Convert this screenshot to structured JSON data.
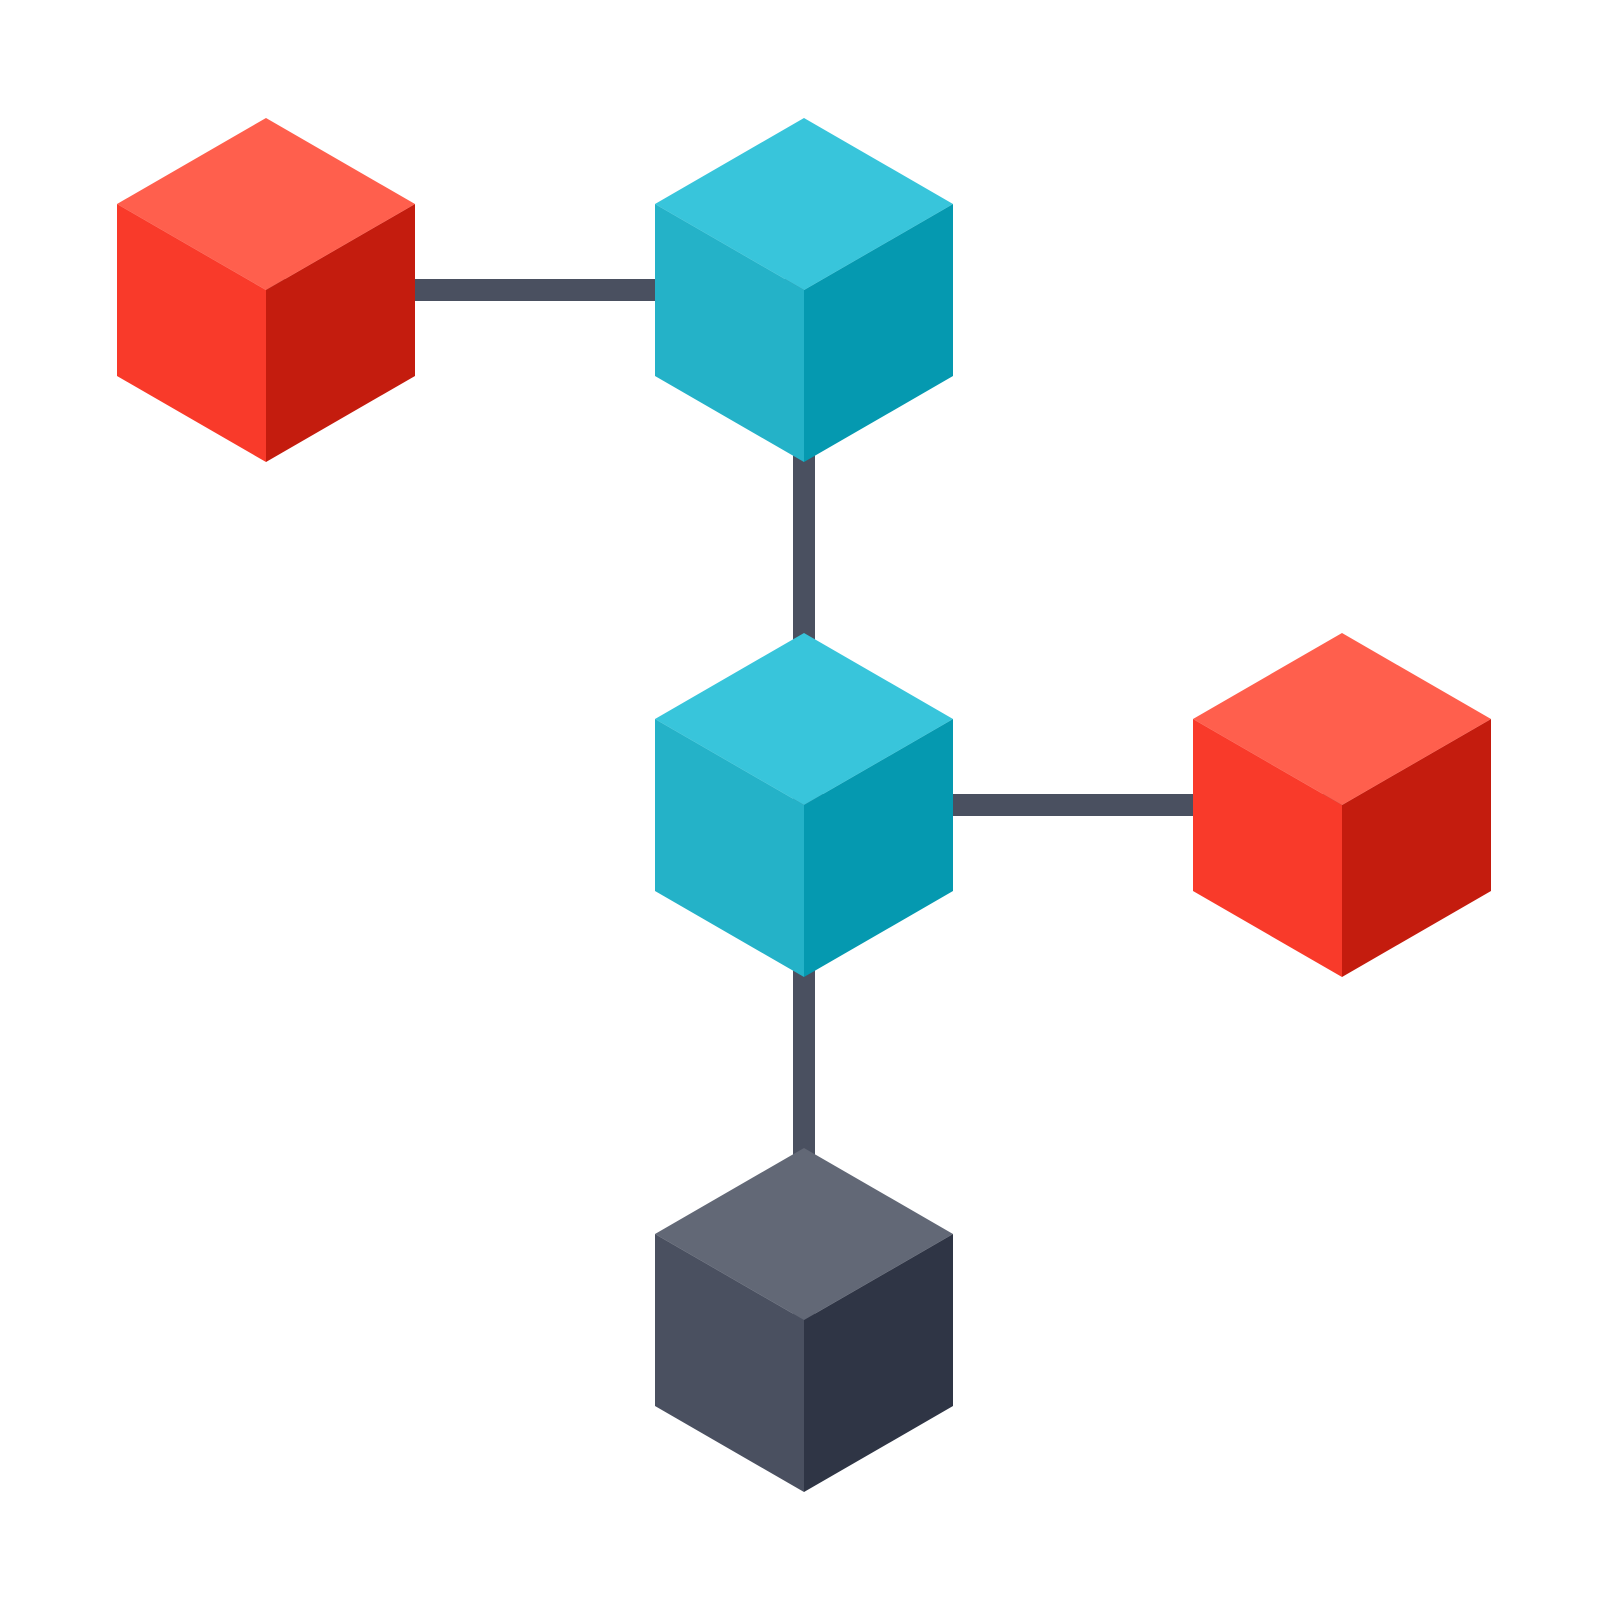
{
  "diagram": {
    "type": "blockchain-network-icon",
    "background": "#ffffff",
    "connector_color": "#4a5060",
    "palettes": {
      "red": {
        "top": "#ff5f4d",
        "left": "#f93a2a",
        "right": "#c41c0e"
      },
      "teal": {
        "top": "#38c5db",
        "left": "#24b2c8",
        "right": "#0599b0"
      },
      "slate": {
        "top": "#626876",
        "left": "#4a5060",
        "right": "#2f3545"
      }
    },
    "nodes": [
      {
        "id": "red-top-left",
        "palette": "red",
        "icon": "cube-icon"
      },
      {
        "id": "teal-top",
        "palette": "teal",
        "icon": "cube-icon"
      },
      {
        "id": "teal-middle",
        "palette": "teal",
        "icon": "cube-icon"
      },
      {
        "id": "red-middle-right",
        "palette": "red",
        "icon": "cube-icon"
      },
      {
        "id": "slate-bottom",
        "palette": "slate",
        "icon": "cube-icon"
      }
    ],
    "edges": [
      {
        "from": "red-top-left",
        "to": "teal-top"
      },
      {
        "from": "teal-top",
        "to": "teal-middle"
      },
      {
        "from": "teal-middle",
        "to": "red-middle-right"
      },
      {
        "from": "teal-middle",
        "to": "slate-bottom"
      }
    ]
  }
}
